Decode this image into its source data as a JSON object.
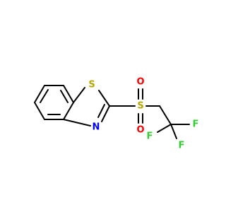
{
  "molecule": {
    "atoms": [
      {
        "id": "S1",
        "label": "S",
        "color": "#b8a600"
      },
      {
        "id": "N1",
        "label": "N",
        "color": "#0000ff"
      },
      {
        "id": "S2",
        "label": "S",
        "color": "#b8a600"
      },
      {
        "id": "O1",
        "label": "O",
        "color": "#ff0000"
      },
      {
        "id": "O2",
        "label": "O",
        "color": "#ff0000"
      },
      {
        "id": "F1",
        "label": "F",
        "color": "#33cc33"
      },
      {
        "id": "F2",
        "label": "F",
        "color": "#33cc33"
      },
      {
        "id": "F3",
        "label": "F",
        "color": "#33cc33"
      }
    ],
    "bond_color": "#000000"
  }
}
